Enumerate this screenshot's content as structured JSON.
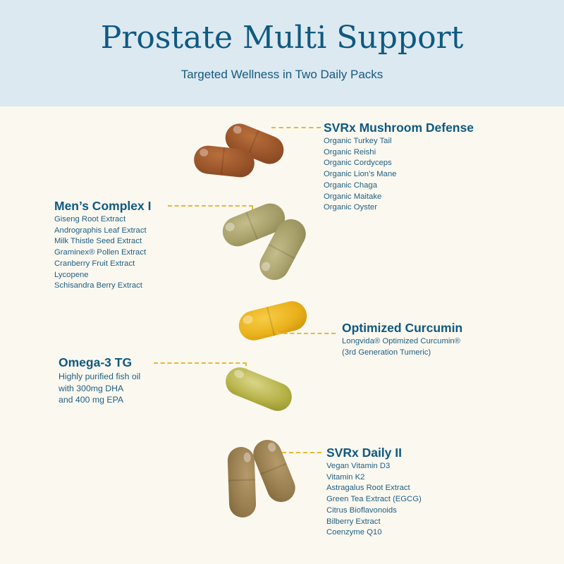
{
  "header": {
    "title": "Prostate Multi Support",
    "subtitle": "Targeted Wellness in Two Daily Packs"
  },
  "colors": {
    "header_bg": "#dce9f1",
    "page_bg": "#fbf8f0",
    "text_primary": "#0f5980",
    "connector": "#e8b931"
  },
  "products": [
    {
      "name": "SVRx Mushroom Defense",
      "capsule": "brown-capsule",
      "ingredients": [
        "Organic Turkey Tail",
        "Organic Reishi",
        "Organic Cordyceps",
        "Organic Lion’s Mane",
        "Organic Chaga",
        "Organic Maitake",
        "Organic Oyster"
      ]
    },
    {
      "name": "Men’s Complex I",
      "capsule": "green-capsule",
      "ingredients": [
        "Giseng Root Extract",
        "Andrographis Leaf Extract",
        "Milk Thistle Seed Extract",
        "Graminex® Pollen Extract",
        "Cranberry Fruit Extract",
        "Lycopene",
        "Schisandra Berry Extract"
      ]
    },
    {
      "name": "Optimized Curcumin",
      "capsule": "yellow-capsule",
      "ingredients": [
        "Longvida® Optimized Curcumin®",
        "(3rd Generation Tumeric)"
      ]
    },
    {
      "name": "Omega-3 TG",
      "capsule": "softgel",
      "ingredients": [
        "Highly purified fish oil",
        "with 300mg DHA",
        "and 400 mg EPA"
      ]
    },
    {
      "name": "SVRx Daily II",
      "capsule": "tan-capsule",
      "ingredients": [
        "Vegan Vitamin D3",
        "Vitamin K2",
        "Astragalus Root Extract",
        "Green Tea Extract (EGCG)",
        "Citrus Bioflavonoids",
        "Bilberry Extract",
        "Coenzyme Q10"
      ]
    }
  ]
}
